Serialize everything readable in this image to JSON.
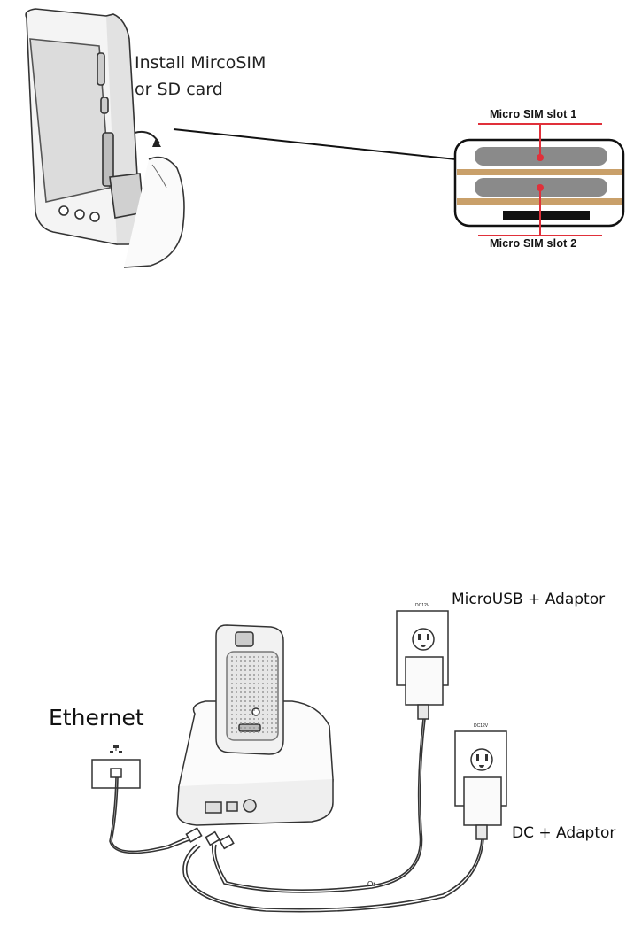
{
  "top": {
    "install_label_line1": "Install MircoSIM",
    "install_label_line2": "or SD card",
    "slot1_label": "Micro SIM slot 1",
    "slot2_label": "Micro SIM slot 2"
  },
  "bottom": {
    "ethernet_label": "Ethernet",
    "microusb_label": "MicroUSB + Adaptor",
    "dc_label": "DC + Adaptor",
    "or_label": "Or",
    "outlet_rating": "DC12V"
  },
  "colors": {
    "sim_highlight": "#e0303a",
    "sim_tan": "#c9a06a",
    "line": "#333333"
  }
}
